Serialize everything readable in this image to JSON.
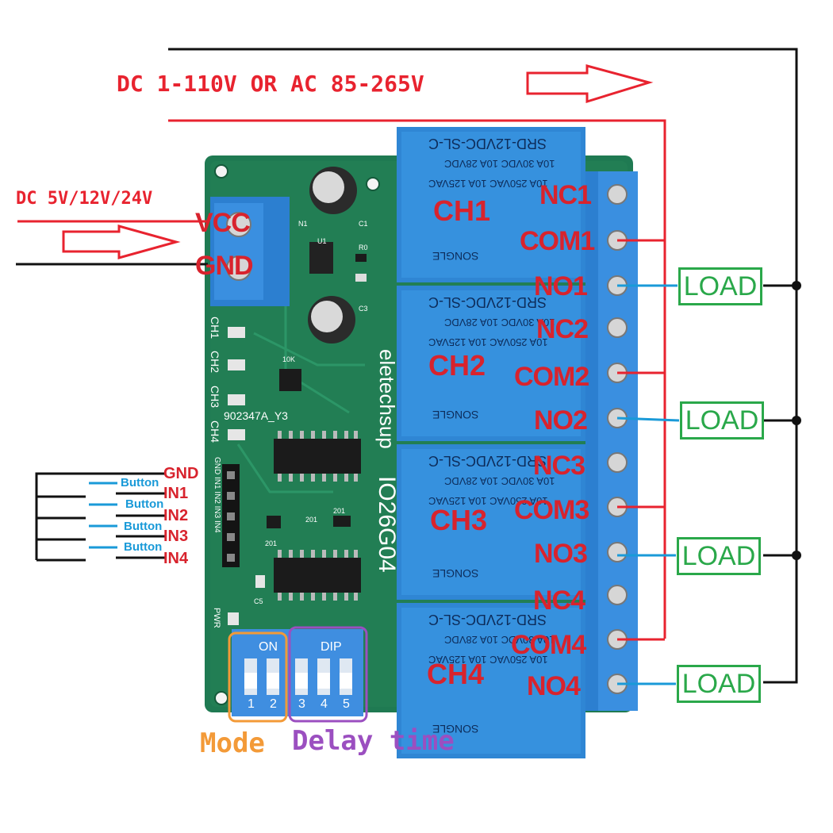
{
  "power_label": "DC 1-110V OR AC 85-265V",
  "supply": {
    "label": "DC 5V/12V/24V",
    "vcc": "VCC",
    "gnd": "GND"
  },
  "relays": [
    {
      "channel": "CH1",
      "nc": "NC1",
      "com": "COM1",
      "no": "NO1"
    },
    {
      "channel": "CH2",
      "nc": "NC2",
      "com": "COM2",
      "no": "NO2"
    },
    {
      "channel": "CH3",
      "nc": "NC3",
      "com": "COM3",
      "no": "NO3"
    },
    {
      "channel": "CH4",
      "nc": "NC4",
      "com": "COM4",
      "no": "NO4"
    }
  ],
  "relay_marking": {
    "model": "SRD-12VDC-SL-C",
    "rating_1": "10A 250VAC 10A 125VAC",
    "rating_2": "10A 30VDC 10A 28VDC",
    "brand": "SONGLE"
  },
  "load_label": "LOAD",
  "inputs": {
    "pins": [
      "GND",
      "IN1",
      "IN2",
      "IN3",
      "IN4"
    ],
    "button_label": "Button"
  },
  "board": {
    "brand": "eletechsup",
    "model": "IO26G04",
    "batch": "902347A_Y3",
    "leds": [
      "CH1",
      "CH2",
      "CH3",
      "CH4"
    ],
    "pwr": "PWR",
    "header_pins": "GND IN1 IN2 IN3 IN4",
    "resistor": "10K",
    "parts": [
      "N1",
      "C1",
      "U1",
      "R0",
      "C3",
      "C5",
      "201",
      "201",
      "201"
    ]
  },
  "dip": {
    "on": "ON",
    "dip": "DIP",
    "numbers": [
      "1",
      "2",
      "3",
      "4",
      "5"
    ],
    "mode_label": "Mode",
    "delay_label": "Delay time"
  },
  "colors": {
    "power_wire": "#e8232f",
    "load_wire": "#111111",
    "signal_wire": "#1a9ad8",
    "board": "#1f7a52",
    "relay": "#2f86d4",
    "terminal": "#2c7fd0",
    "load_box": "#2aa84a",
    "mode_box": "#f39a38",
    "delay_box": "#9b4fc0"
  }
}
